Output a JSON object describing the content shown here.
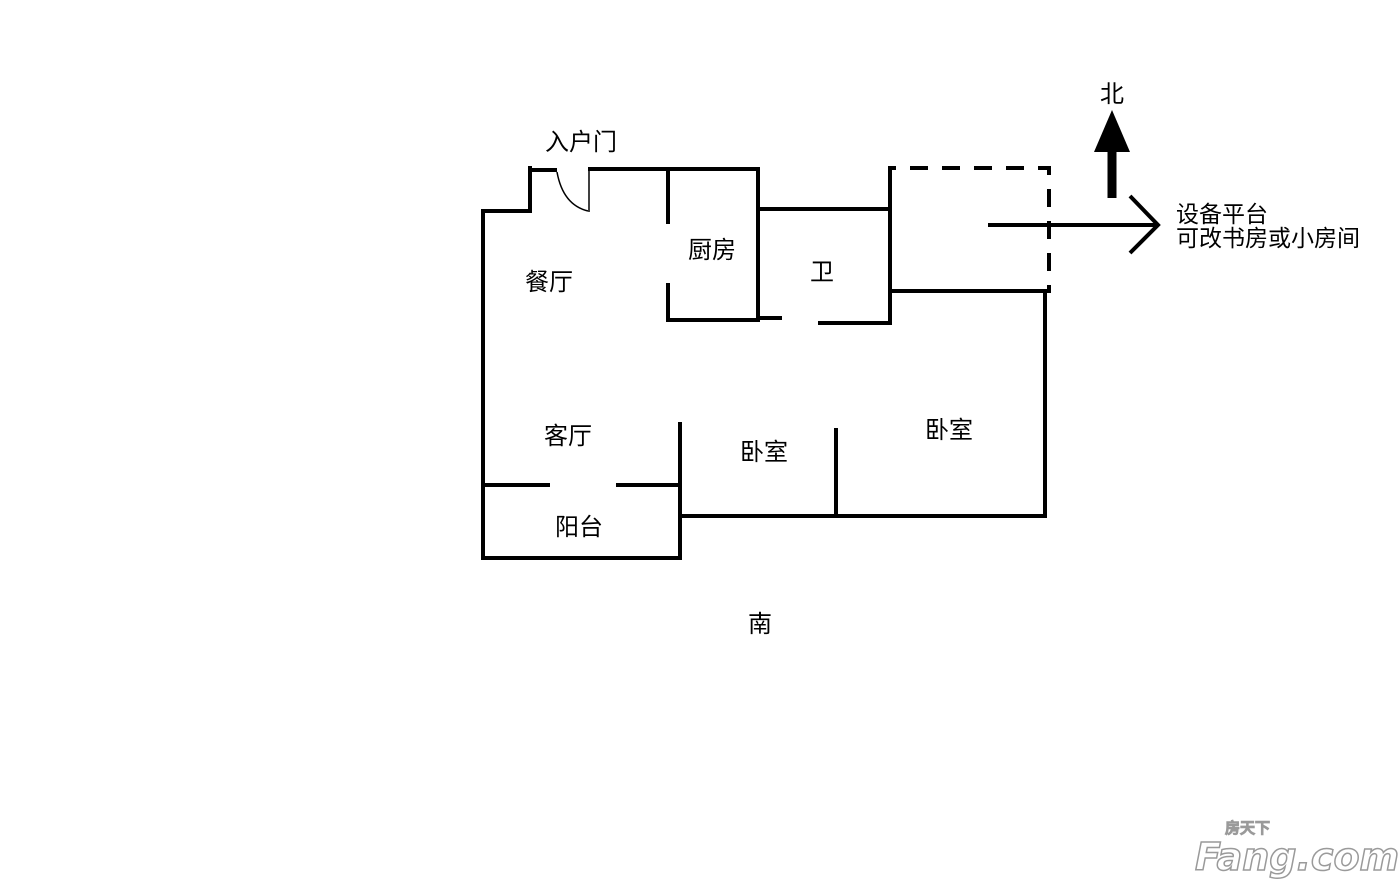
{
  "rooms": {
    "entrance_door": "入户门",
    "dining": "餐厅",
    "kitchen": "厨房",
    "bathroom": "卫",
    "living": "客厅",
    "bedroom_small": "卧室",
    "bedroom_large": "卧室",
    "balcony": "阳台"
  },
  "annotations": {
    "platform_line1": "设备平台",
    "platform_line2": "可改书房或小房间"
  },
  "compass": {
    "north": "北",
    "south": "南"
  },
  "watermark": {
    "brand": "Fang.com",
    "sub": "房天下"
  }
}
